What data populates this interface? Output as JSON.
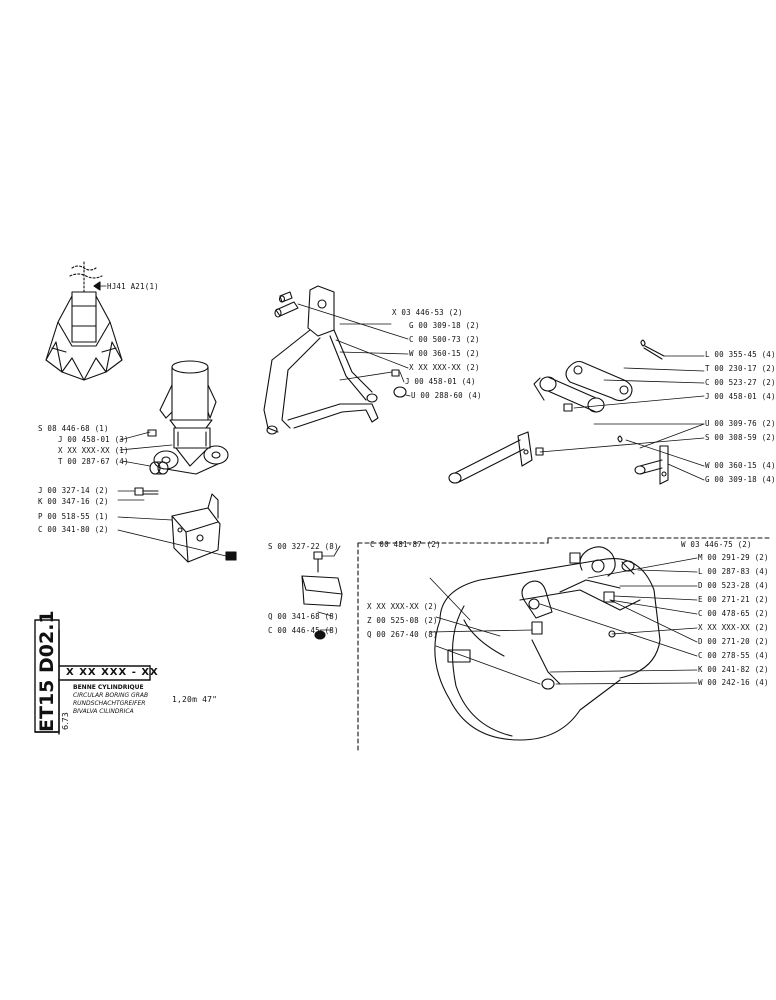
{
  "document": {
    "code": "ET15 D02.1",
    "date": "6.73",
    "part_number": "X XX XXX - XX",
    "size": "1,20m  47\"",
    "descriptions": [
      "BENNE CYLINDRIQUE",
      "CIRCULAR BORING GRAB",
      "RUNDSCHACHTGREIFER",
      "BIVALVA CILINDRICA"
    ]
  },
  "labels": {
    "grab_top": "HJ41  A21(1)",
    "cyl": [
      "S 08  446-68  (1)",
      "J  00  458-01  (3)",
      "X  XX  XXX-XX  (1)",
      "T  00  287-67  (4)"
    ],
    "shoe": [
      "J  00  327-14  (2)",
      "K 00  347-16  (2)",
      "P 00  518-55  (1)",
      "C 00  341-80  (2)"
    ],
    "arm": [
      "X 03  446-53  (2)",
      "G 00  309-18  (2)",
      "C 00  500-73  (2)",
      "W 00  360-15  (2)",
      "X  XX  XXX-XX  (2)",
      "J 00  458-01  (4)",
      "U 00  288-60  (4)"
    ],
    "link": [
      "L  00  355-45  (4)",
      "T 00  230-17  (2)",
      "C 00  523-27  (2)",
      "J  00  458-01  (4)"
    ],
    "pin": [
      "U  00  309-76  (2)",
      "S 00  308-59  (2)"
    ],
    "pin_small": [
      "W 00  360-15  (4)",
      "G 00  309-18  (4)"
    ],
    "block": [
      "S 00  327-22  (8)",
      "Q 00  341-68  (8)",
      "C 00  446-45  (8)"
    ],
    "bucket_box": "C 00  481-87  (2)",
    "bucket_left": [
      "X  XX  XXX-XX  (2)",
      "Z 00  525-08  (2)",
      "Q 00  267-40  (8)"
    ],
    "bucket_top": "W 03  446-75  (2)",
    "bucket_right": [
      "M 00  291-29  (2)",
      "L  00  287-83  (4)",
      "D 00  523-28  (4)",
      "E 00  271-21  (2)",
      "C 00  478-65  (2)",
      "X  XX  XXX-XX  (2)",
      "D 00  271-20  (2)",
      "C 00  278-55  (4)",
      "K 00  241-82  (2)",
      "W 00  242-16  (4)"
    ]
  }
}
